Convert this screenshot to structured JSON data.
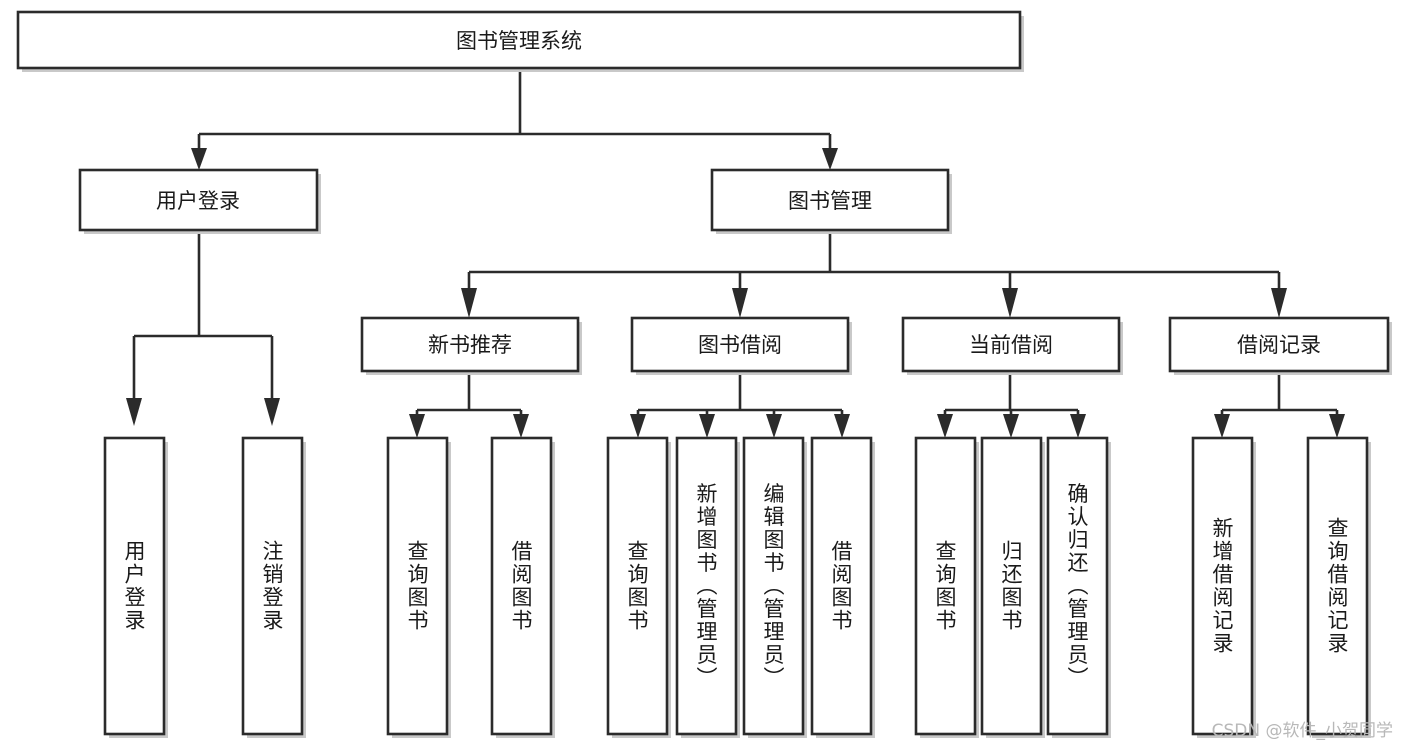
{
  "diagram": {
    "type": "tree",
    "title": "图书管理系统",
    "watermark": "CSDN @软件_小贺同学",
    "colors": {
      "box_fill": "#ffffff",
      "box_stroke": "#2b2b2b",
      "text": "#1a1a1a",
      "background": "#ffffff",
      "watermark": "#b8b8b8"
    },
    "levels": {
      "root": {
        "label": "图书管理系统"
      },
      "level2": [
        {
          "label": "用户登录"
        },
        {
          "label": "图书管理"
        }
      ],
      "level3": [
        {
          "label": "新书推荐"
        },
        {
          "label": "图书借阅"
        },
        {
          "label": "当前借阅"
        },
        {
          "label": "借阅记录"
        }
      ],
      "leaves": {
        "user_login": [
          {
            "label": "用户登录"
          },
          {
            "label": "注销登录"
          }
        ],
        "new_book_recommend": [
          {
            "label": "查询图书"
          },
          {
            "label": "借阅图书"
          }
        ],
        "book_borrow": [
          {
            "label": "查询图书"
          },
          {
            "label": "新增图书（管理员）"
          },
          {
            "label": "编辑图书（管理员）"
          },
          {
            "label": "借阅图书"
          }
        ],
        "current_borrow": [
          {
            "label": "查询图书"
          },
          {
            "label": "归还图书"
          },
          {
            "label": "确认归还（管理员）"
          }
        ],
        "borrow_record": [
          {
            "label": "新增借阅记录"
          },
          {
            "label": "查询借阅记录"
          }
        ]
      }
    }
  }
}
